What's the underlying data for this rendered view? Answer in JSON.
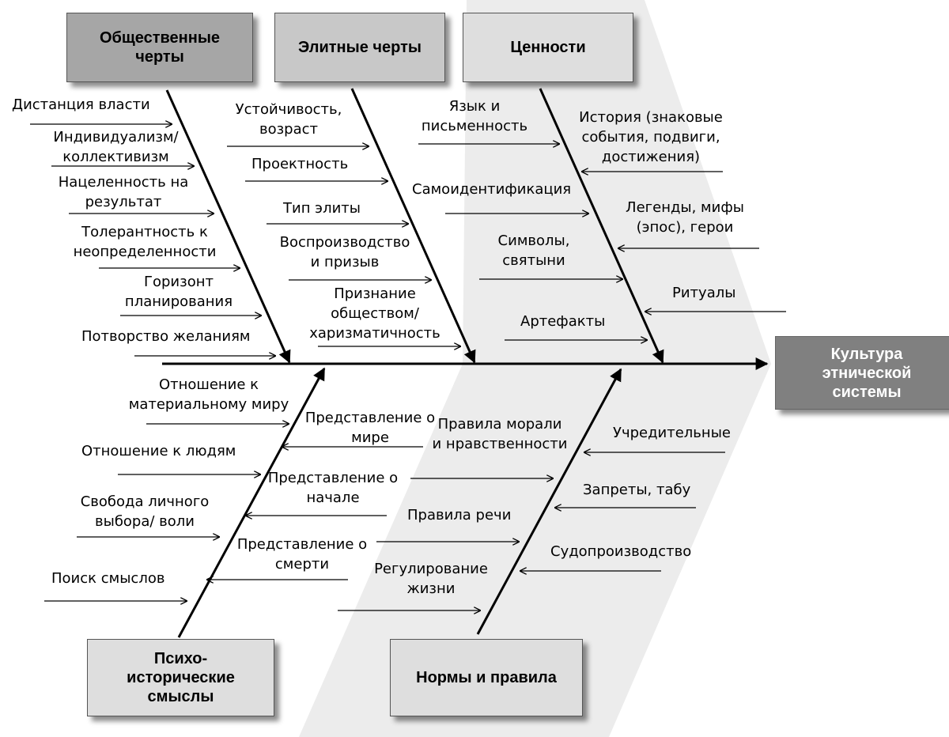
{
  "effect": "Культура этнической системы",
  "categories": {
    "social": {
      "title": "Общественные черты",
      "items": [
        "Дистанция власти",
        "Индивидуализм/ коллективизм",
        "Нацеленность на результат",
        "Толерантность к неопределенности",
        "Горизонт планирования",
        "Потворство желаниям"
      ]
    },
    "elite": {
      "title": "Элитные черты",
      "items": [
        "Устойчивость, возраст",
        "Проектность",
        "Тип элиты",
        "Воспроизводство и призыв",
        "Признание обществом/ харизматичность"
      ]
    },
    "values": {
      "title": "Ценности",
      "left_items": [
        "Язык и письменность",
        "Самоидентификация",
        "Символы, святыни",
        "Артефакты"
      ],
      "right_items": [
        "История (знаковые события, подвиги, достижения)",
        "Легенды, мифы (эпос), герои",
        "Ритуалы"
      ]
    },
    "psycho": {
      "title": "Психо-исторические смыслы",
      "left_items": [
        "Отношение к материальному миру",
        "Отношение к людям",
        "Свобода личного выбора/ воли",
        "Поиск смыслов"
      ],
      "right_items": [
        "Представление о мире",
        "Представление о начале",
        "Представление о смерти"
      ]
    },
    "norms": {
      "title": "Нормы и правила",
      "left_items": [
        "Правила морали и нравственности",
        "Правила речи",
        "Регулирование жизни"
      ],
      "right_items": [
        "Учредительные",
        "Запреты, табу",
        "Судопроизводство"
      ]
    }
  }
}
